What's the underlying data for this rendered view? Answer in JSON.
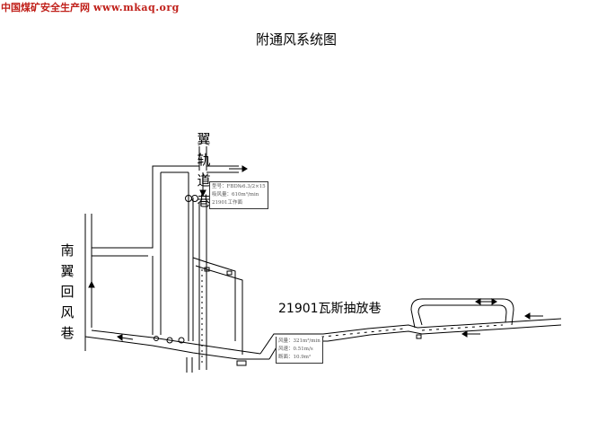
{
  "watermark": {
    "text": "中国煤矿安全生产网",
    "site": "www.mkaq.org"
  },
  "title": "附通风系统图",
  "labels": {
    "left_roadway": "南翼回风巷",
    "right_roadway": "翼轨道巷",
    "gas_drainage_roadway": "21901瓦斯抽放巷"
  },
  "info_box_1": {
    "lines": [
      "型号：FBD№6.3/2×15",
      "吸风量：610m³/min",
      "21901工作面"
    ]
  },
  "info_box_2": {
    "lines": [
      "风量：321m³/min",
      "风速：0.51m/s",
      "断面：10.9m²"
    ]
  },
  "colors": {
    "watermark": "#c0201a",
    "lines": "#000000",
    "info_text": "#555555"
  }
}
